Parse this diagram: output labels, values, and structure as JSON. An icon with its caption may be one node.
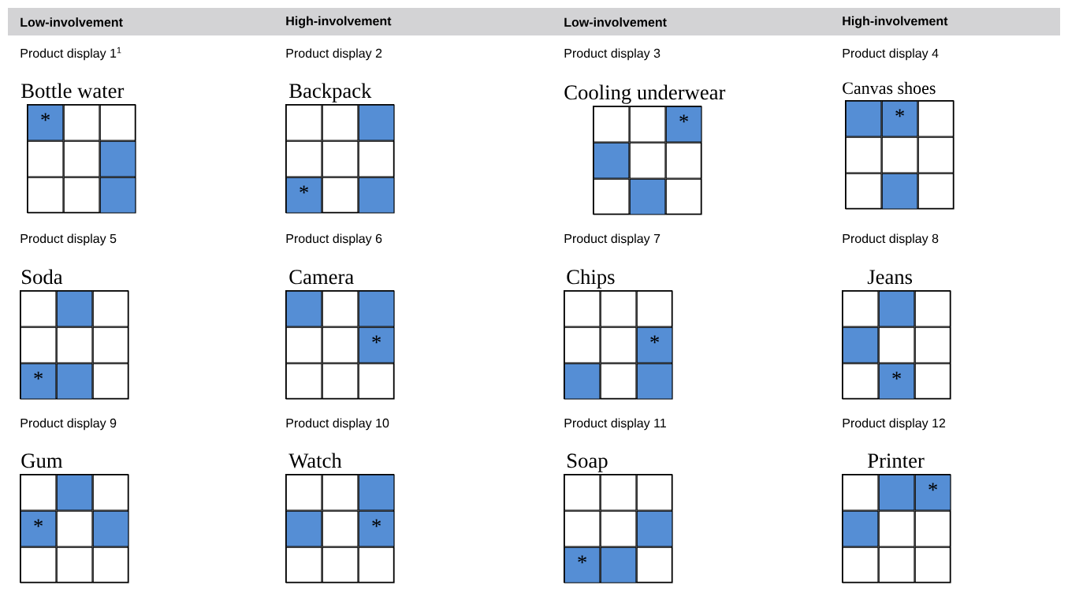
{
  "diagram": {
    "nodes": [
      {
        "text": [
          "Bottle water"
        ]
      },
      {
        "text": [
          "*"
        ],
        "in": 0
      },
      {
        "text": [],
        "shape": "box",
        "in": 0
      },
      {
        "text": [],
        "shape": "box",
        "in": 0
      },
      {
        "text": [],
        "shape": "box",
        "in": 0
      },
      {
        "text": [],
        "shape": "box",
        "in": 0
      },
      {
        "text": [],
        "shape": "box",
        "in": 0
      },
      {
        "text": [],
        "shape": "box",
        "in": 0
      },
      {
        "text": [],
        "shape": "box",
        "in": 0
      },
      {
        "text": [],
        "shape": "box",
        "in": 0
      },
      {
        "text": [
          "Backpack"
        ]
      },
      {
        "text": [],
        "shape": "box",
        "in": 10
      },
      {
        "text": [],
        "shape": "box",
        "in": 10
      },
      {
        "text": [],
        "shape": "box",
        "in": 10
      },
      {
        "text": [],
        "shape": "box",
        "in": 10
      },
      {
        "text": [],
        "shape": "box",
        "in": 10
      },
      {
        "text": [],
        "shape": "box",
        "in": 10
      },
      {
        "text": [
          "*"
        ],
        "in": 10
      },
      {
        "text": [],
        "shape": "box",
        "in": 10
      },
      {
        "text": [],
        "shape": "box",
        "in": 10
      },
      {
        "text": [
          "Cooling underwear"
        ]
      },
      {
        "text": [],
        "shape": "box",
        "in": 20
      },
      {
        "text": [],
        "shape": "box",
        "in": 20
      },
      {
        "text": [
          "*"
        ],
        "in": 20
      },
      {
        "text": [],
        "shape": "box",
        "in": 20
      },
      {
        "text": [],
        "shape": "box",
        "in": 20
      },
      {
        "text": [],
        "shape": "box",
        "in": 20
      },
      {
        "text": [],
        "shape": "box",
        "in": 20
      },
      {
        "text": [],
        "shape": "box",
        "in": 20
      },
      {
        "text": [],
        "shape": "box",
        "in": 20
      },
      {
        "text": [
          "Canvas shoes"
        ]
      },
      {
        "text": [],
        "shape": "box",
        "in": 30
      },
      {
        "text": [
          "*"
        ],
        "in": 30
      },
      {
        "text": [],
        "shape": "box",
        "in": 30
      },
      {
        "text": [],
        "shape": "box",
        "in": 30
      },
      {
        "text": [],
        "shape": "box",
        "in": 30
      },
      {
        "text": [],
        "shape": "box",
        "in": 30
      },
      {
        "text": [],
        "shape": "box",
        "in": 30
      },
      {
        "text": [],
        "shape": "box",
        "in": 30
      },
      {
        "text": [],
        "shape": "box",
        "in": 30
      },
      {
        "text": [
          "Soda"
        ]
      },
      {
        "text": [],
        "shape": "box",
        "in": 40
      },
      {
        "text": [],
        "shape": "box",
        "in": 40
      },
      {
        "text": [],
        "shape": "box",
        "in": 40
      },
      {
        "text": [],
        "shape": "box",
        "in": 40
      },
      {
        "text": [],
        "shape": "box",
        "in": 40
      },
      {
        "text": [],
        "shape": "box",
        "in": 40
      },
      {
        "text": [
          "*"
        ],
        "in": 40
      },
      {
        "text": [],
        "shape": "box",
        "in": 40
      },
      {
        "text": [],
        "shape": "box",
        "in": 40
      },
      {
        "text": [
          "Camera"
        ]
      },
      {
        "text": [],
        "shape": "box",
        "in": 50
      },
      {
        "text": [],
        "shape": "box",
        "in": 50
      },
      {
        "text": [],
        "shape": "box",
        "in": 50
      },
      {
        "text": [],
        "shape": "box",
        "in": 50
      },
      {
        "text": [],
        "shape": "box",
        "in": 50
      },
      {
        "text": [
          "*"
        ],
        "in": 50
      },
      {
        "text": [],
        "shape": "box",
        "in": 50
      },
      {
        "text": [],
        "shape": "box",
        "in": 50
      },
      {
        "text": [],
        "shape": "box",
        "in": 50
      },
      {
        "text": [
          "Chips"
        ]
      },
      {
        "text": [],
        "shape": "box",
        "in": 60
      },
      {
        "text": [],
        "shape": "box",
        "in": 60
      },
      {
        "text": [],
        "shape": "box",
        "in": 60
      },
      {
        "text": [],
        "shape": "box",
        "in": 60
      },
      {
        "text": [],
        "shape": "box",
        "in": 60
      },
      {
        "text": [
          "*"
        ],
        "in": 60
      },
      {
        "text": [],
        "shape": "box",
        "in": 60
      },
      {
        "text": [],
        "shape": "box",
        "in": 60
      },
      {
        "text": [],
        "shape": "box",
        "in": 60
      },
      {
        "text": [
          "Jeans"
        ]
      },
      {
        "text": [],
        "shape": "box",
        "in": 70
      },
      {
        "text": [],
        "shape": "box",
        "in": 70
      },
      {
        "text": [],
        "shape": "box",
        "in": 70
      },
      {
        "text": [],
        "shape": "box",
        "in": 70
      },
      {
        "text": [],
        "shape": "box",
        "in": 70
      },
      {
        "text": [],
        "shape": "box",
        "in": 70
      },
      {
        "text": [],
        "shape": "box",
        "in": 70
      },
      {
        "text": [
          "*"
        ],
        "in": 70
      },
      {
        "text": [],
        "shape": "box",
        "in": 70
      },
      {
        "text": [
          "Gum"
        ]
      },
      {
        "text": [],
        "shape": "box",
        "in": 80
      },
      {
        "text": [],
        "shape": "box",
        "in": 80
      },
      {
        "text": [],
        "shape": "box",
        "in": 80
      },
      {
        "text": [
          "*"
        ],
        "in": 80
      },
      {
        "text": [],
        "shape": "box",
        "in": 80
      },
      {
        "text": [],
        "shape": "box",
        "in": 80
      },
      {
        "text": [],
        "shape": "box",
        "in": 80
      },
      {
        "text": [],
        "shape": "box",
        "in": 80
      },
      {
        "text": [],
        "shape": "box",
        "in": 80
      },
      {
        "text": [
          "Watch"
        ]
      },
      {
        "text": [],
        "shape": "box",
        "in": 90
      },
      {
        "text": [],
        "shape": "box",
        "in": 90
      },
      {
        "text": [],
        "shape": "box",
        "in": 90
      },
      {
        "text": [],
        "shape": "box",
        "in": 90
      },
      {
        "text": [],
        "shape": "box",
        "in": 90
      },
      {
        "text": [
          "*"
        ],
        "in": 90
      },
      {
        "text": [],
        "shape": "box",
        "in": 90
      },
      {
        "text": [],
        "shape": "box",
        "in": 90
      },
      {
        "text": [],
        "shape": "box",
        "in": 90
      },
      {
        "text": [
          "Soap"
        ]
      },
      {
        "text": [],
        "shape": "box",
        "in": 100
      },
      {
        "text": [],
        "shape": "box",
        "in": 100
      },
      {
        "text": [],
        "shape": "box",
        "in": 100
      },
      {
        "text": [],
        "shape": "box",
        "in": 100
      },
      {
        "text": [],
        "shape": "box",
        "in": 100
      },
      {
        "text": [],
        "shape": "box",
        "in": 100
      },
      {
        "text": [
          "*"
        ],
        "in": 100
      },
      {
        "text": [],
        "shape": "box",
        "in": 100
      },
      {
        "text": [],
        "shape": "box",
        "in": 100
      },
      {
        "text": [
          "Printer"
        ]
      },
      {
        "text": [],
        "shape": "box",
        "in": 110
      },
      {
        "text": [],
        "shape": "box",
        "in": 110
      },
      {
        "text": [
          "*"
        ],
        "in": 110
      },
      {
        "text": [],
        "shape": "box",
        "in": 110
      },
      {
        "text": [],
        "shape": "box",
        "in": 110
      },
      {
        "text": [],
        "shape": "box",
        "in": 110
      },
      {
        "text": [],
        "shape": "box",
        "in": 110
      },
      {
        "text": [],
        "shape": "box",
        "in": 110
      },
      {
        "text": [],
        "shape": "box",
        "in": 110
      }
    ],
    "labels": [
      "Low-involvement",
      "High-involvement",
      "Low-involvement",
      "High-involvement",
      "Product display 1$^{1}$",
      "Product display 2",
      "Product display 3",
      "Product display 4",
      "Product display 5",
      "Product display 6",
      "Product display 7",
      "Product display 8",
      "Product display 9",
      "Product display 10",
      "Product display 11",
      "Product display 12"
    ]
  }
}
